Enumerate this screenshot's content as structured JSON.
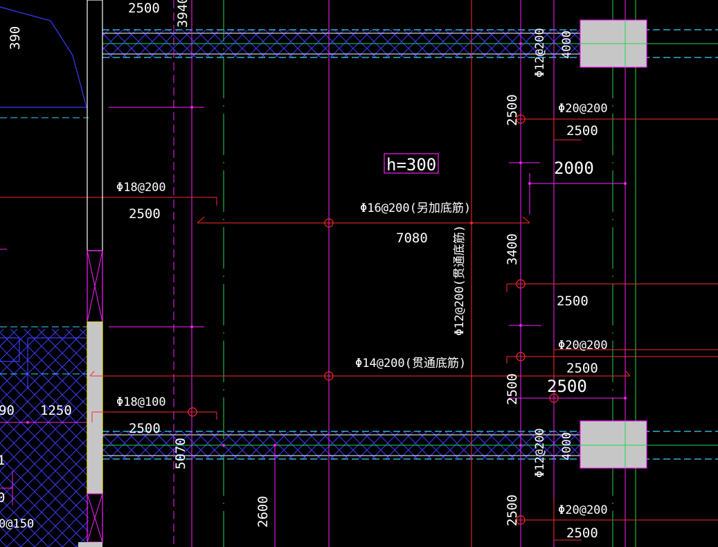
{
  "colors": {
    "background": "#000000",
    "red": "#ff2a2a",
    "magenta": "#ff1fff",
    "white": "#ffffff",
    "cyan": "#3bd6ff",
    "green": "#22d64a",
    "blue": "#3c3cff",
    "gray": "#c6c6c6",
    "yellow": "#e6e62a"
  },
  "labels": {
    "top_left_2500": "2500",
    "top_3940": "3940",
    "left_390": "390",
    "phi18_200": "Φ18@200",
    "left_2500_a": "2500",
    "h300": "h=300",
    "phi16_200": "Φ16@200(另加底筋)",
    "span_7080": "7080",
    "phi12_200_vert": "Φ12@200(贯通底筋)",
    "phi14_200": "Φ14@200(贯通底筋)",
    "phi18_100": "Φ18@100",
    "left_2500_b": "2500",
    "dim_5070": "5070",
    "dim_2600": "2600",
    "left_1250": "1250",
    "left_90": "90",
    "left_1": "1",
    "left_0": "0",
    "left_0_150": "0@150",
    "right_phi12_top": "Φ12@200",
    "right_4000_top": "4000",
    "right_2500_v1": "2500",
    "right_phi20_1": "Φ20@200",
    "right_2500_1": "2500",
    "right_2000": "2000",
    "right_3400": "3400",
    "right_2500_2": "2500",
    "right_phi20_2": "Φ20@200",
    "right_2500_3": "2500",
    "right_2500_large": "2500",
    "right_2500_v2": "2500",
    "right_phi12_bottom": "Φ12@200",
    "right_4000_bottom": "4000",
    "right_2500_v3": "2500",
    "right_phi20_3": "Φ20@200",
    "right_2500_4": "2500"
  }
}
